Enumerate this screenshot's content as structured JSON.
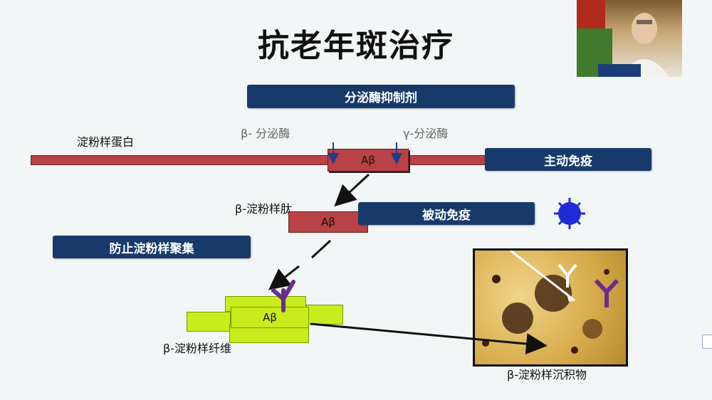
{
  "title": "抗老年斑治疗",
  "pills": {
    "secretase_inhibitor": "分泌酶抑制剂",
    "active_immunity": "主动免疫",
    "passive_immunity": "被动免疫",
    "prevent_aggregation": "防止淀粉样聚集"
  },
  "labels": {
    "amyloid_protein": "淀粉样蛋白",
    "beta_secretase": "β- 分泌酶",
    "gamma_secretase": "γ-分泌酶",
    "beta_peptide": "β-淀粉样肽",
    "beta_fiber": "β-淀粉样纤维",
    "beta_deposit": "β-淀粉样沉积物",
    "abeta_top": "Aβ",
    "abeta_mid": "Aβ",
    "abeta_fiber": "Aβ"
  },
  "colors": {
    "pill_bg": "#173a6b",
    "protein_bar": "#b84246",
    "fiber": "#c9ec1c",
    "antibody": "#6a2d8f",
    "immune_cell": "#1f2bd6"
  }
}
